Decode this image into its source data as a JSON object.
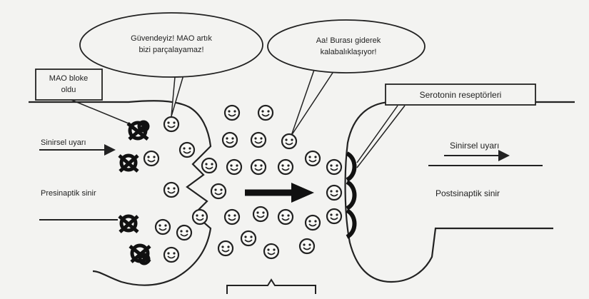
{
  "callouts": {
    "mao_line1": "Güvendeyiz! MAO artık",
    "mao_line2": "bizi parçalayamaz!",
    "crowd_line1": "Aa! Burası giderek",
    "crowd_line2": "kalabalıklaşıyor!",
    "mao_blocked_line1": "MAO bloke",
    "mao_blocked_line2": "oldu",
    "receptors": "Serotonin reseptörleri"
  },
  "labels": {
    "signal_left": "Sinirsel uyarı",
    "signal_right": "Sinirsel uyarı",
    "presynaptic": "Presinaptik sinir",
    "postsynaptic": "Postsinaptik sinir"
  }
}
